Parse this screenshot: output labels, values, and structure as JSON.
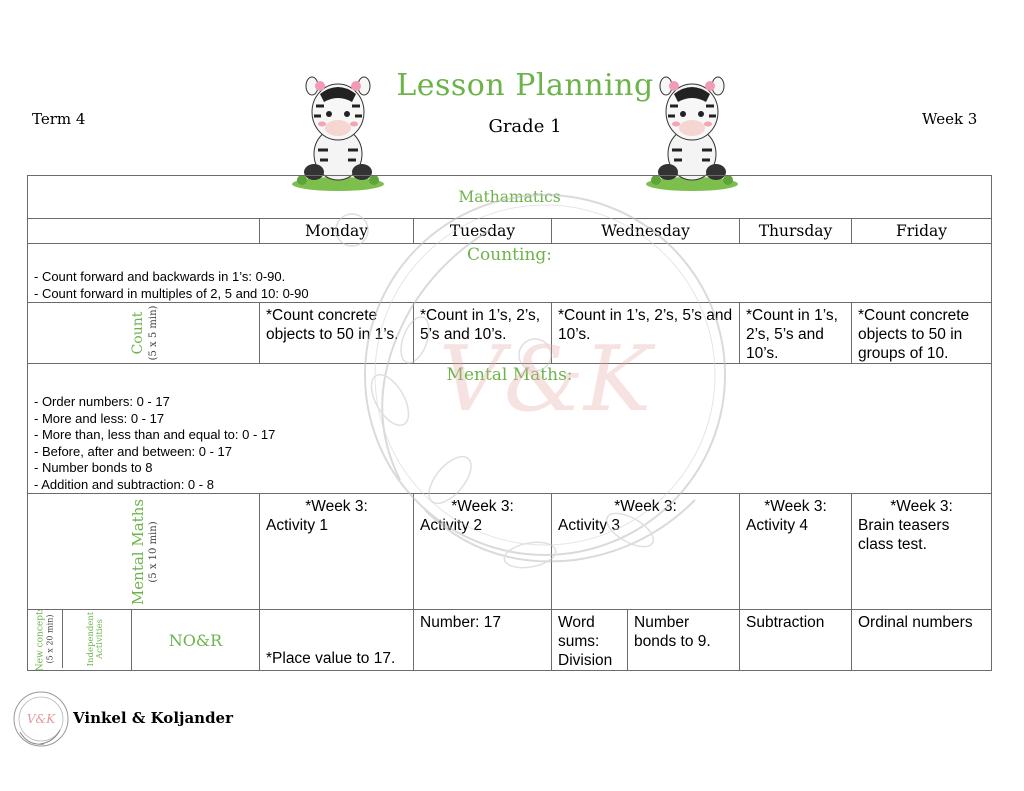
{
  "header": {
    "term": "Term 4",
    "title": "Lesson Planning",
    "grade": "Grade 1",
    "week": "Week 3"
  },
  "subject": "Mathamatics",
  "days": [
    "Monday",
    "Tuesday",
    "Wednesday",
    "Thursday",
    "Friday"
  ],
  "counting": {
    "heading": "Counting:",
    "notes": [
      "- Count forward and backwards in 1’s: 0-90.",
      "- Count forward in multiples of 2, 5 and 10: 0-90"
    ],
    "row_label": "Count",
    "row_sub": "(5 x 5 min)",
    "cells": [
      "*Count concrete objects to 50 in 1’s.",
      "*Count in 1’s, 2’s, 5’s and 10’s.",
      "*Count in 1’s, 2’s, 5’s and 10’s.",
      "*Count in 1’s, 2’s, 5’s and 10’s.",
      "*Count concrete objects to 50 in groups of 10."
    ]
  },
  "mental": {
    "heading": "Mental Maths:",
    "notes": [
      "- Order numbers: 0 - 17",
      "- More and less: 0 - 17",
      "- More than, less than and equal to: 0 - 17",
      "- Before, after and between: 0 - 17",
      "- Number bonds to 8",
      "- Addition and subtraction: 0 - 8"
    ],
    "row_label": "Mental Maths",
    "row_sub": "(5 x 10 min)",
    "cells": [
      {
        "top": "*Week 3:",
        "text": "Activity 1"
      },
      {
        "top": "*Week 3:",
        "text": "Activity 2"
      },
      {
        "top": "*Week 3:",
        "text": "Activity 3"
      },
      {
        "top": "*Week 3:",
        "text": "Activity 4"
      },
      {
        "top": "*Week 3:",
        "text": "Brain teasers class test."
      }
    ]
  },
  "new_concepts": {
    "label_a": "New concepts",
    "label_a_sub": "(5 x 20 min)",
    "label_b": "Independent Activities",
    "topic": "NO&R",
    "monday": "*Place value to 17.",
    "tuesday": "Number: 17",
    "wednesday_a": "Word sums: Division",
    "wednesday_b": "Number bonds to 9.",
    "thursday": "Subtraction",
    "friday": "Ordinal numbers"
  },
  "footer": {
    "brand": "Vinkel & Koljander",
    "logo_text": "V&K"
  },
  "colors": {
    "accent_green": "#6db34b",
    "border": "#6b6b6b",
    "watermark": "#bdbdbd",
    "watermark_pink": "#e8a9a9"
  },
  "icons": [
    "zebra-illustration",
    "floral-watermark",
    "brand-logo"
  ]
}
